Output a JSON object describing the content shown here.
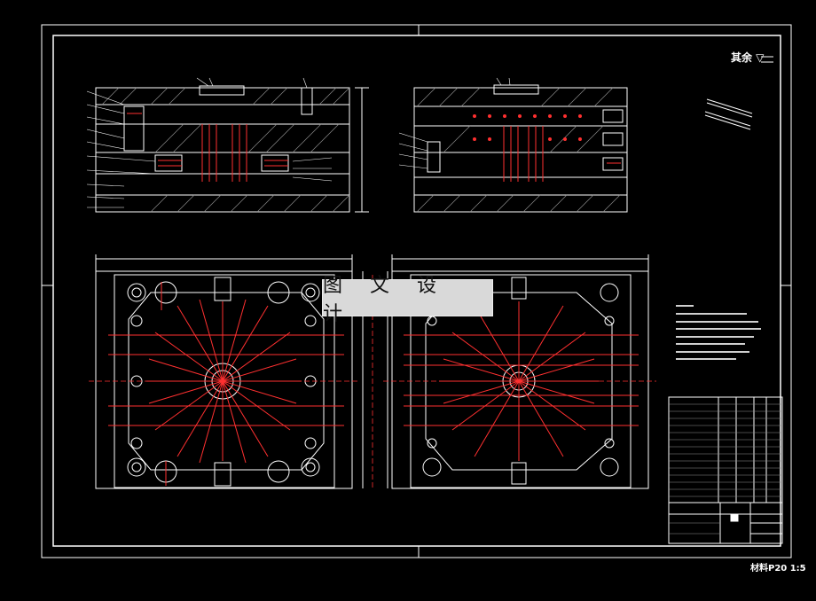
{
  "drawing": {
    "watermark": "图 文 设 计",
    "roughness_note": "其余 ▽",
    "scale_note": "材料P20  1:5",
    "colors": {
      "background": "#000000",
      "lines": "#ffffff",
      "cut": "#ff3030"
    }
  }
}
